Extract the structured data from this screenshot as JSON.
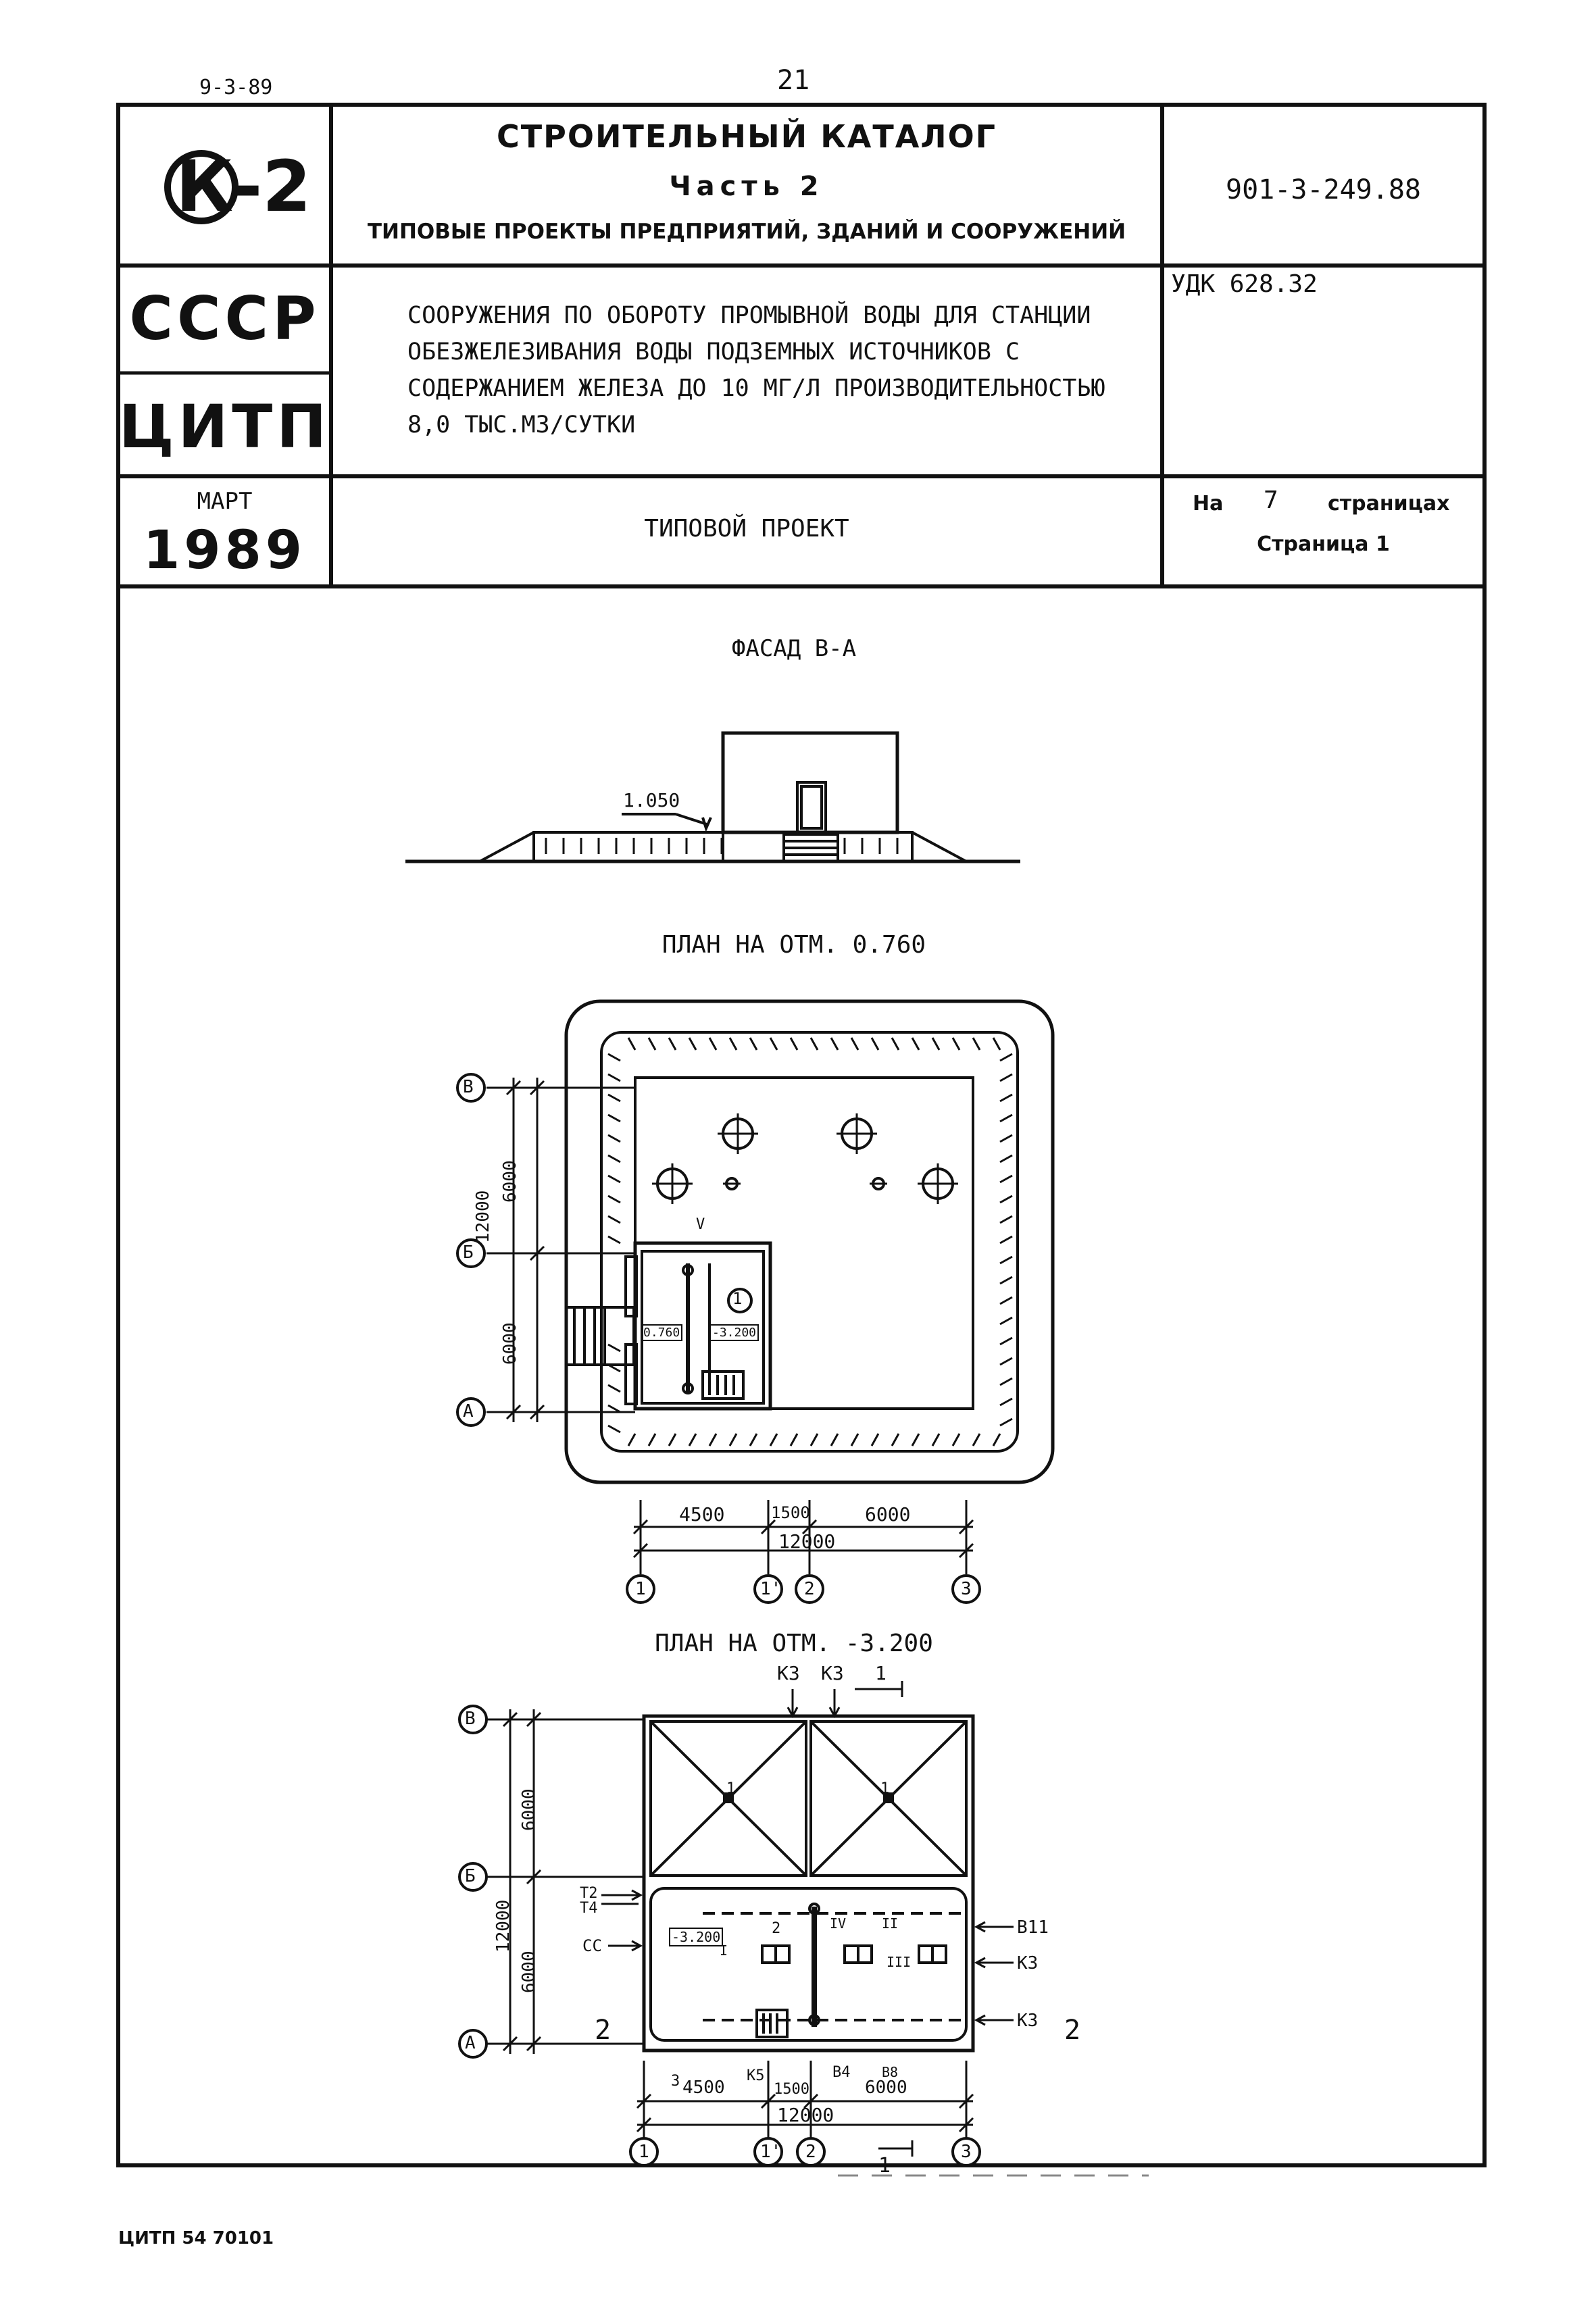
{
  "top_left_code": "9-3-89",
  "page_number": "21",
  "logo": {
    "text": "К-2"
  },
  "header": {
    "catalog_title": "СТРОИТЕЛЬНЫЙ КАТАЛОГ",
    "part": "Часть 2",
    "subtitle": "ТИПОВЫЕ ПРОЕКТЫ ПРЕДПРИЯТИЙ, ЗДАНИЙ И СООРУЖЕНИЙ",
    "project_code": "901-3-249.88",
    "org1": "СССР",
    "org2": "ЦИТП",
    "udk": "УДК 628.32",
    "description_lines": [
      "СООРУЖЕНИЯ ПО ОБОРОТУ ПРОМЫВНОЙ ВОДЫ ДЛЯ СТАНЦИИ",
      "ОБЕЗЖЕЛЕЗИВАНИЯ ВОДЫ ПОДЗЕМНЫХ ИСТОЧНИКОВ С",
      "СОДЕРЖАНИЕМ ЖЕЛЕЗА ДО 10 МГ/Л ПРОИЗВОДИТЕЛЬНОСТЬЮ",
      "8,0 ТЫС.М3/СУТКИ"
    ],
    "month": "МАРТ",
    "year": "1989",
    "doc_type": "ТИПОВОЙ ПРОЕКТ",
    "pages_prefix": "На",
    "pages_count": "7",
    "pages_suffix": "страницах",
    "page_label": "Страница 1"
  },
  "facade": {
    "title": "ФАСАД В-А",
    "elevation": "1.050"
  },
  "plan1": {
    "title": "ПЛАН НА ОТМ. 0.760",
    "axis_rows": [
      "В",
      "Б",
      "А"
    ],
    "dim_left_total": "12000",
    "dim_left_upper": "6000",
    "dim_left_lower": "6000",
    "room_marks": [
      "1",
      "0.760",
      "-3.200",
      "V"
    ],
    "dims_bottom": [
      "4500",
      "1500",
      "6000"
    ],
    "dim_bottom_total": "12000",
    "axis_cols": [
      "1",
      "1'",
      "2",
      "3"
    ]
  },
  "plan2": {
    "title": "ПЛАН НА ОТМ. -3.200",
    "top_labels": [
      "К3",
      "К3",
      "1"
    ],
    "axis_rows": [
      "В",
      "Б",
      "А"
    ],
    "dim_left_total": "12000",
    "dim_left_upper": "6000",
    "dim_left_lower": "6000",
    "left_pipes": [
      "Т2",
      "Т4",
      "СС"
    ],
    "right_pipes": [
      "В11",
      "К3",
      "К3"
    ],
    "section_mark": "2",
    "room_marks": [
      "1",
      "1",
      "2",
      "-3.200",
      "I",
      "II",
      "III",
      "IV"
    ],
    "bottom_pipes": [
      "З",
      "К5",
      "В4",
      "В8"
    ],
    "dims_bottom": [
      "4500",
      "1500",
      "6000"
    ],
    "dim_bottom_total": "12000",
    "axis_cols": [
      "1",
      "1'",
      "2",
      "3"
    ],
    "section_bottom": "1"
  },
  "footer": {
    "code": "ЦИТП 54 70101"
  }
}
